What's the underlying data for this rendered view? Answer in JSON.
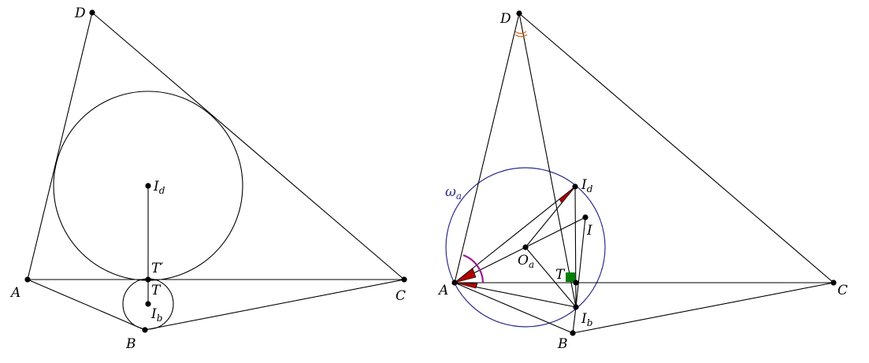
{
  "colors": {
    "circle_omega": "#2b2b8c",
    "angle_fill_red": "#b00000",
    "angle_arc_purple": "#9b1c8c",
    "angle_arc_orange": "#d2691e",
    "right_angle_green": "#008000"
  },
  "left_figure": {
    "labels": {
      "D": "D",
      "A": "A",
      "B": "B",
      "C": "C",
      "Id_main": "I",
      "Id_sub": "d",
      "Tp": "T′",
      "T": "T",
      "Ib_main": "I",
      "Ib_sub": "b"
    }
  },
  "right_figure": {
    "labels": {
      "D": "D",
      "A": "A",
      "B": "B",
      "C": "C",
      "Id_main": "I",
      "Id_sub": "d",
      "I": "I",
      "Oa_main": "O",
      "Oa_sub": "a",
      "T": "T",
      "Ib_main": "I",
      "Ib_sub": "b",
      "omega_main": "ω",
      "omega_sub": "a"
    }
  }
}
